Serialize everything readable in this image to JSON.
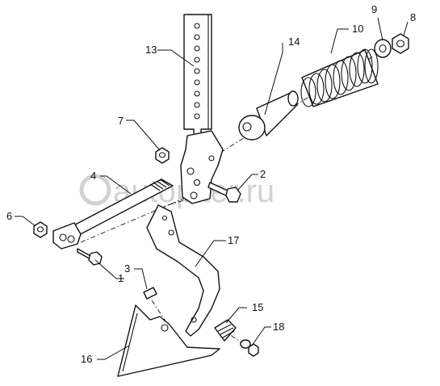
{
  "watermark": "autopiter.ru",
  "callouts": [
    {
      "id": "c1",
      "text": "1"
    },
    {
      "id": "c2",
      "text": "2"
    },
    {
      "id": "c3",
      "text": "3"
    },
    {
      "id": "c4",
      "text": "4"
    },
    {
      "id": "c6",
      "text": "6"
    },
    {
      "id": "c7",
      "text": "7"
    },
    {
      "id": "c8",
      "text": "8"
    },
    {
      "id": "c9",
      "text": "9"
    },
    {
      "id": "c10",
      "text": "10"
    },
    {
      "id": "c13",
      "text": "13"
    },
    {
      "id": "c14",
      "text": "14"
    },
    {
      "id": "c15",
      "text": "15"
    },
    {
      "id": "c16",
      "text": "16"
    },
    {
      "id": "c17",
      "text": "17"
    },
    {
      "id": "c18",
      "text": "18"
    }
  ]
}
